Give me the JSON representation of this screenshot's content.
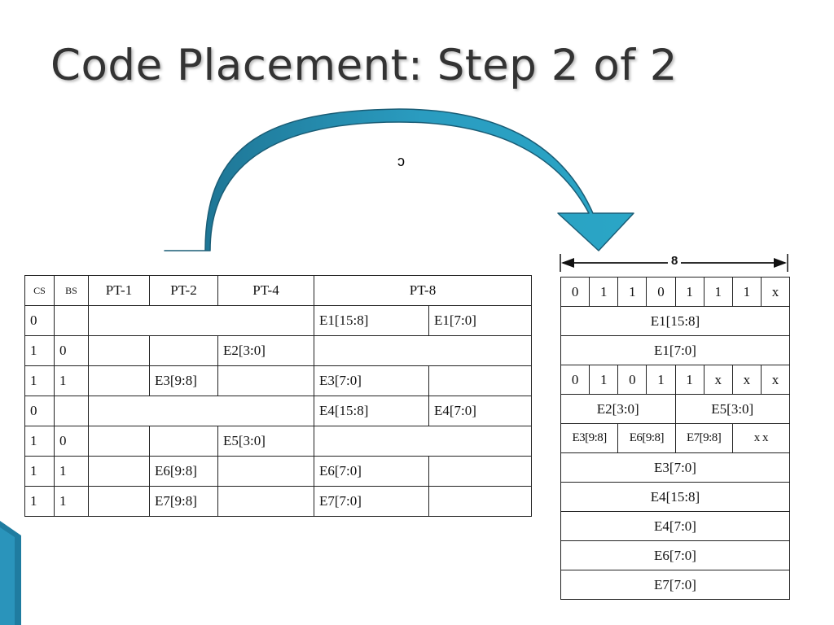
{
  "slide": {
    "title": "Code Placement: Step 2 of 2",
    "stray_char": "ɔ"
  },
  "arrow": {
    "color_light": "#2aa6c6",
    "color_dark": "#1c6f8e"
  },
  "left_table": {
    "headers": [
      "CS",
      "BS",
      "PT-1",
      "PT-2",
      "PT-4",
      "PT-8"
    ],
    "rows": [
      {
        "cs": "0",
        "bs": "",
        "pt2": "",
        "pt4": "",
        "pt8a": "E1[15:8]",
        "pt8b": "E1[7:0]"
      },
      {
        "cs": "1",
        "bs": "0",
        "pt2": "",
        "pt4": "E2[3:0]",
        "pt8a": "",
        "pt8b": ""
      },
      {
        "cs": "1",
        "bs": "1",
        "pt2": "E3[9:8]",
        "pt4": "",
        "pt8a": "E3[7:0]",
        "pt8b": ""
      },
      {
        "cs": "0",
        "bs": "",
        "pt2": "",
        "pt4": "",
        "pt8a": "E4[15:8]",
        "pt8b": "E4[7:0]"
      },
      {
        "cs": "1",
        "bs": "0",
        "pt2": "",
        "pt4": "E5[3:0]",
        "pt8a": "",
        "pt8b": ""
      },
      {
        "cs": "1",
        "bs": "1",
        "pt2": "E6[9:8]",
        "pt4": "",
        "pt8a": "E6[7:0]",
        "pt8b": ""
      },
      {
        "cs": "1",
        "bs": "1",
        "pt2": "E7[9:8]",
        "pt4": "",
        "pt8a": "E7[7:0]",
        "pt8b": ""
      }
    ]
  },
  "right_layout": {
    "width_label": "8",
    "bits_row1": [
      "0",
      "1",
      "1",
      "0",
      "1",
      "1",
      "1",
      "x"
    ],
    "row_e1_hi": "E1[15:8]",
    "row_e1_lo": "E1[7:0]",
    "bits_row2": [
      "0",
      "1",
      "0",
      "1",
      "1",
      "x",
      "x",
      "x"
    ],
    "half_left": "E2[3:0]",
    "half_right": "E5[3:0]",
    "quad": [
      "E3[9:8]",
      "E6[9:8]",
      "E7[9:8]",
      "x x"
    ],
    "rows_tail": [
      "E3[7:0]",
      "E4[15:8]",
      "E4[7:0]",
      "E6[7:0]",
      "E7[7:0]"
    ]
  }
}
